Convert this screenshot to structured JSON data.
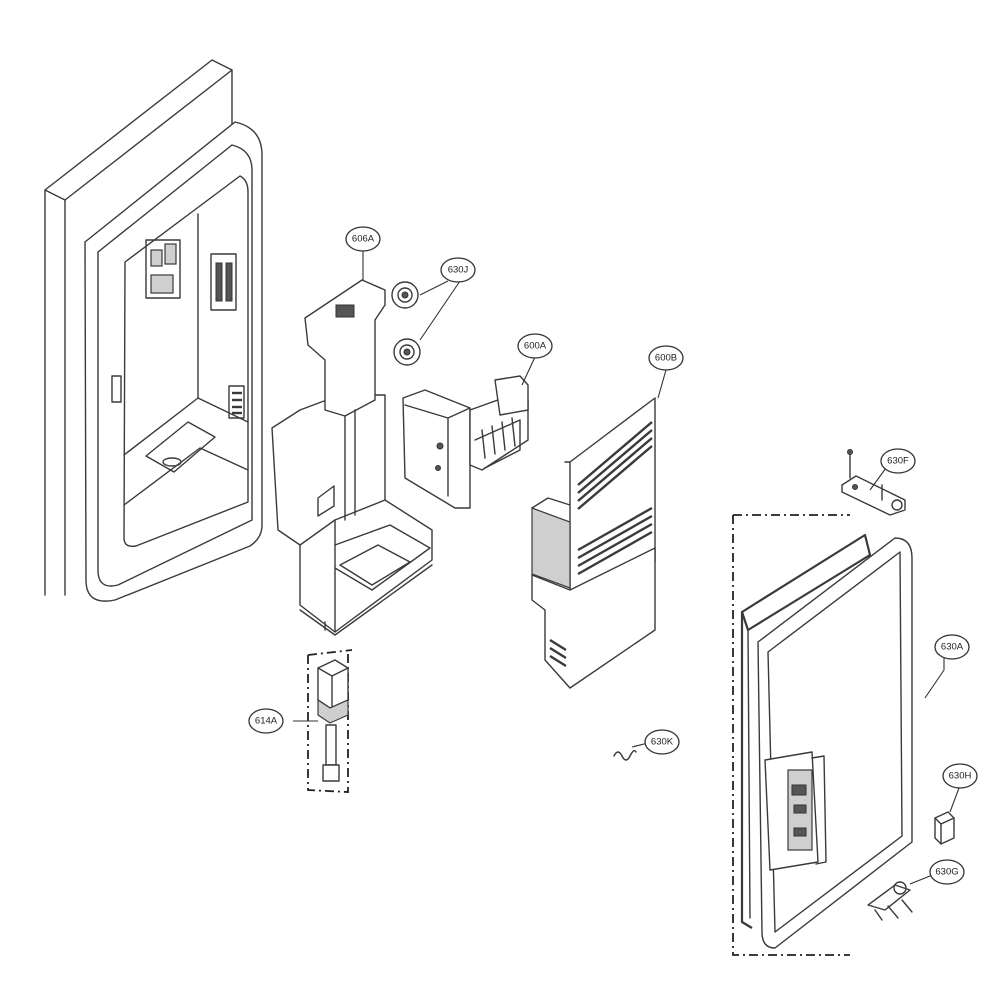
{
  "callouts": [
    {
      "id": "606A",
      "label": "606A"
    },
    {
      "id": "630J",
      "label": "630J"
    },
    {
      "id": "600A",
      "label": "600A"
    },
    {
      "id": "600B",
      "label": "600B"
    },
    {
      "id": "630F",
      "label": "630F"
    },
    {
      "id": "630A",
      "label": "630A"
    },
    {
      "id": "614A",
      "label": "614A"
    },
    {
      "id": "630K",
      "label": "630K"
    },
    {
      "id": "630H",
      "label": "630H"
    },
    {
      "id": "630G",
      "label": "630G"
    }
  ]
}
